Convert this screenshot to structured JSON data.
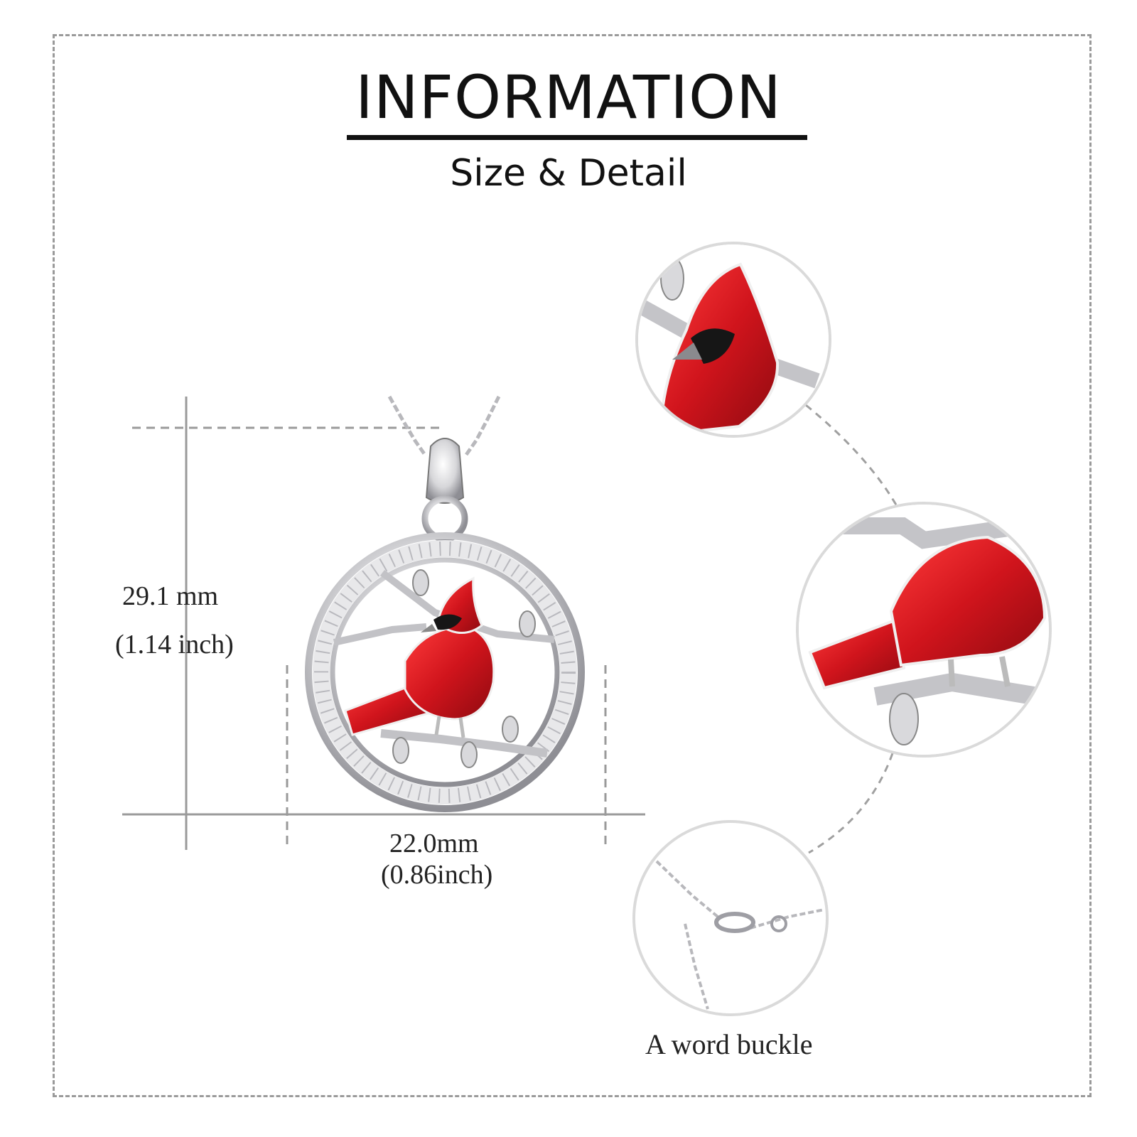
{
  "header": {
    "title": "INFORMATION",
    "subtitle": "Size & Detail"
  },
  "dimensions": {
    "height_mm": "29.1 mm",
    "height_inch": "(1.14 inch)",
    "width_mm": "22.0mm",
    "width_inch": "(0.86inch)"
  },
  "details": {
    "buckle_caption": "A word buckle"
  },
  "colors": {
    "enamel_red": "#d0141c",
    "silver": "#c9c9cc",
    "frame_border": "#9a9a9a"
  }
}
